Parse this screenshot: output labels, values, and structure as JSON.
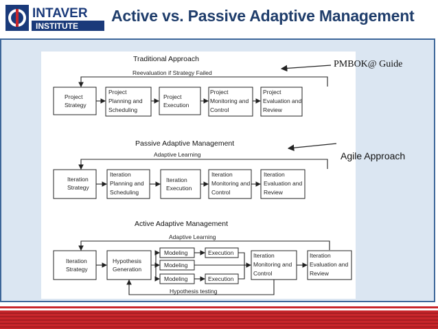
{
  "header": {
    "logo": {
      "line1": "INTAVER",
      "line2": "INSTITUTE"
    },
    "title": "Active vs. Passive Adaptive Management"
  },
  "annotations": {
    "pmbok": "PMBOK@ Guide",
    "agile": "Agile Approach"
  },
  "traditional": {
    "title": "Traditional Approach",
    "loop_label": "Reevaluation if Strategy Failed",
    "boxes": [
      [
        "Project",
        "Strategy"
      ],
      [
        "Project",
        "Planning and",
        "Scheduling"
      ],
      [
        "Project",
        "Execution"
      ],
      [
        "Project",
        "Monitoring and",
        "Control"
      ],
      [
        "Project",
        "Evaluation and",
        "Review"
      ]
    ]
  },
  "passive": {
    "title": "Passive Adaptive Management",
    "loop_label": "Adaptive Learning",
    "boxes": [
      [
        "Iteration",
        "Strategy"
      ],
      [
        "Iteration",
        "Planning and",
        "Scheduling"
      ],
      [
        "Iteration",
        "Execution"
      ],
      [
        "Iteration",
        "Monitoring and",
        "Control"
      ],
      [
        "Iteration",
        "Evaluation and",
        "Review"
      ]
    ]
  },
  "active": {
    "title": "Active Adaptive Management",
    "loop_label": "Adaptive Learning",
    "bottom_label": "Hypothesis testing",
    "strategy": [
      "Iteration",
      "Strategy"
    ],
    "hypothesis": [
      "Hypothesis",
      "Generation"
    ],
    "modeling": [
      "Modeling",
      "Modeling",
      "Modeling"
    ],
    "execution": [
      "Execution",
      "Execution"
    ],
    "monitoring": [
      "Iteration",
      "Monitoring and",
      "Control"
    ],
    "evaluation": [
      "Iteration",
      "Evaluation and",
      "Review"
    ]
  }
}
